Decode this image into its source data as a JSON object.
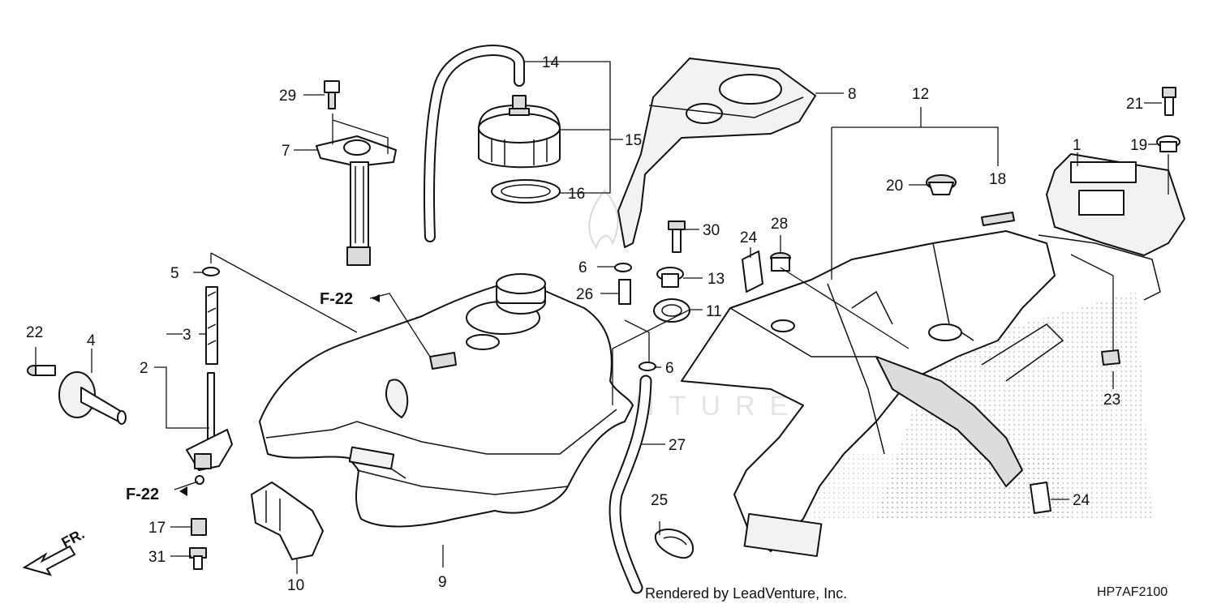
{
  "diagram": {
    "callouts": {
      "c1": "1",
      "c2": "2",
      "c3": "3",
      "c4": "4",
      "c5": "5",
      "c6a": "6",
      "c6b": "6",
      "c7": "7",
      "c8": "8",
      "c9": "9",
      "c10": "10",
      "c11": "11",
      "c12": "12",
      "c13": "13",
      "c14": "14",
      "c15": "15",
      "c16": "16",
      "c17": "17",
      "c18": "18",
      "c19": "19",
      "c20": "20",
      "c21": "21",
      "c22": "22",
      "c23": "23",
      "c24a": "24",
      "c24b": "24",
      "c25": "25",
      "c26": "26",
      "c27": "27",
      "c28": "28",
      "c29": "29",
      "c30": "30",
      "c31": "31"
    },
    "references": {
      "upper": "F-22",
      "lower": "F-22"
    },
    "front_indicator": "FR.",
    "watermark": "LEADVENTURE",
    "footer": {
      "rendered_by": "Rendered by LeadVenture, Inc.",
      "diagram_code": "HP7AF2100"
    }
  },
  "colors": {
    "line": "#111111",
    "fill": "#ffffff",
    "shade": "#dcdcdc"
  }
}
